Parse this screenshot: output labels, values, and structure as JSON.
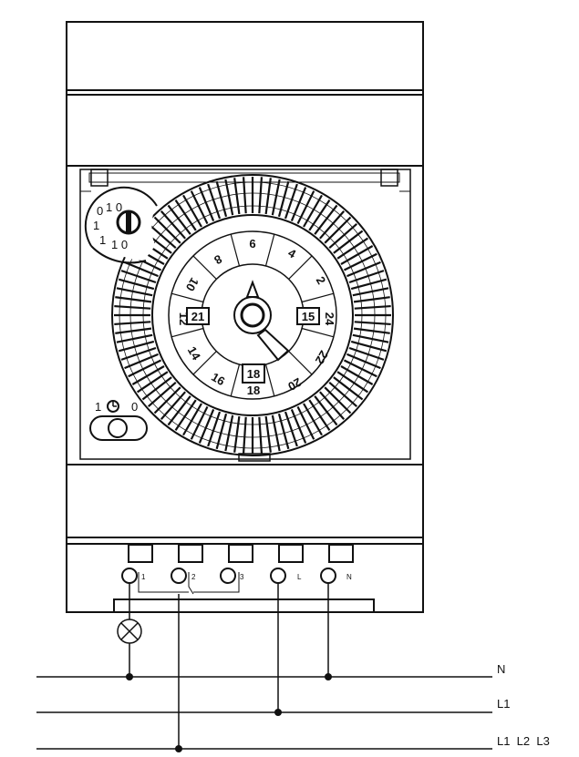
{
  "override_switch": {
    "top": "1 0",
    "left": "0",
    "left2": "1",
    "bottom": "1 0",
    "bottom2": "1"
  },
  "manual_switch": {
    "on": "1",
    "off": "0",
    "clock_symbol": "clock-icon"
  },
  "dial": {
    "outer_numbers": [
      "6",
      "4",
      "2",
      "24",
      "22",
      "20",
      "18",
      "16",
      "14",
      "12",
      "10",
      "8"
    ],
    "pointer_labels": [
      "21",
      "15",
      "18"
    ]
  },
  "terminals": [
    {
      "id": "t1",
      "label": "1"
    },
    {
      "id": "t2",
      "label": "2"
    },
    {
      "id": "t3",
      "label": "3"
    },
    {
      "id": "tL",
      "label": "L"
    },
    {
      "id": "tN",
      "label": "N"
    }
  ],
  "lines": {
    "neutral": "N",
    "phase": "L1",
    "three_phase": "L1  L2  L3"
  }
}
